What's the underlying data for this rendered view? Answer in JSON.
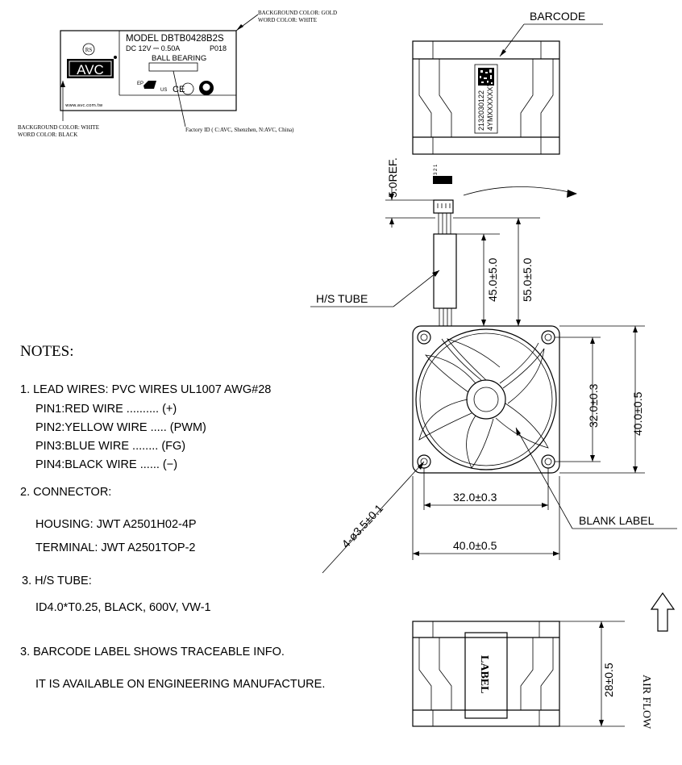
{
  "label": {
    "model": "MODEL DBTB0428B2S",
    "rating": "DC 12V ⎓ 0.50A",
    "code": "P018",
    "bearing": "BALL BEARING",
    "brand": "AVC",
    "rs": "RS",
    "url": "www.avc.com.tw",
    "ep": "EP",
    "us": "US",
    "ce": "CE",
    "gold_note_1": "BACKGROUND COLOR: GOLD",
    "gold_note_2": "WORD COLOR: WHITE",
    "white_note_1": "BACKGROUND COLOR: WHITE",
    "white_note_2": "WORD COLOR: BLACK",
    "factory_note": "Factory ID ( C:AVC, Shenzhen, N:AVC, China)"
  },
  "barcode": {
    "title": "BARCODE",
    "line1": "2132030122",
    "line2": "4YMXXXXXXY"
  },
  "dims": {
    "ref": "5.0REF.",
    "wire45": "45.0±5.0",
    "wire55": "55.0±5.0",
    "hs_tube": "H/S TUBE",
    "v32": "32.0±0.3",
    "v40": "40.0±0.5",
    "h32": "32.0±0.3",
    "h40": "40.0±0.5",
    "holes": "4-ø3.5±0.1",
    "blank_label": "BLANK LABEL",
    "thickness": "28±0.5",
    "side_label": "LABEL",
    "airflow": "AIR FLOW"
  },
  "notes": {
    "title": "NOTES:",
    "n1": "1. LEAD WIRES: PVC WIRES UL1007 AWG#28",
    "pin1": "PIN1:RED WIRE .......... (+)",
    "pin2": "PIN2:YELLOW WIRE ..... (PWM)",
    "pin3": "PIN3:BLUE WIRE ........ (FG)",
    "pin4": "PIN4:BLACK WIRE ...... (−)",
    "n2": "2. CONNECTOR:",
    "housing": "HOUSING: JWT A2501H02-4P",
    "terminal": "TERMINAL: JWT A2501TOP-2",
    "n3": "3. H/S TUBE:",
    "tube": "ID4.0*T0.25, BLACK, 600V, VW-1",
    "n4": "3. BARCODE LABEL SHOWS TRACEABLE INFO.",
    "n4b": "IT IS AVAILABLE ON ENGINEERING MANUFACTURE."
  }
}
